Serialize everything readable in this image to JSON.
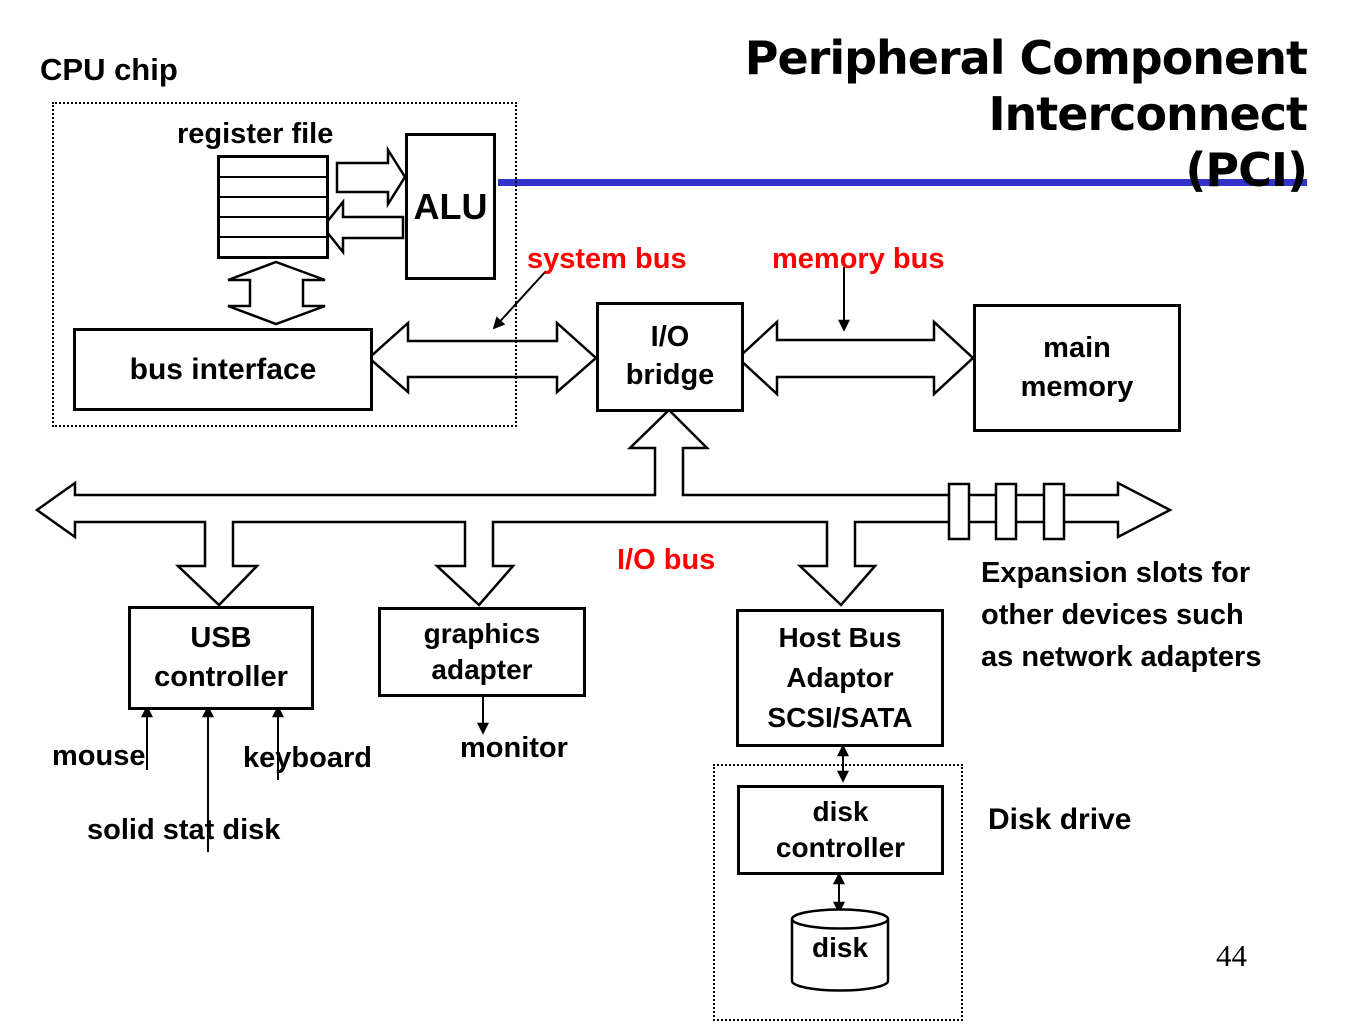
{
  "title": {
    "line1": "Peripheral Component Interconnect",
    "line2": "(PCI)"
  },
  "cpu_chip": {
    "label": "CPU chip",
    "register_file_label": "register file",
    "alu_label": "ALU",
    "bus_interface_label": "bus interface"
  },
  "bus_labels": {
    "system_bus": "system bus",
    "memory_bus": "memory bus",
    "io_bus": "I/O bus"
  },
  "io_bridge": {
    "line1": "I/O",
    "line2": "bridge"
  },
  "main_memory": {
    "line1": "main",
    "line2": "memory"
  },
  "usb_controller": {
    "line1": "USB",
    "line2": "controller"
  },
  "graphics_adapter": {
    "line1": "graphics",
    "line2": "adapter"
  },
  "host_bus_adaptor": {
    "line1": "Host Bus",
    "line2": "Adaptor",
    "line3": "SCSI/SATA"
  },
  "peripherals": {
    "mouse": "mouse",
    "keyboard": "keyboard",
    "solid_state_disk": "solid stat disk",
    "monitor": "monitor"
  },
  "expansion_note": {
    "line1": "Expansion slots for",
    "line2": "other devices such",
    "line3": "as network adapters"
  },
  "disk_drive": {
    "label": "Disk drive",
    "controller_line1": "disk",
    "controller_line2": "controller",
    "disk_label": "disk"
  },
  "page_number": "44",
  "colors": {
    "label_red": "#ff0000",
    "divider_blue": "#3333cc"
  }
}
